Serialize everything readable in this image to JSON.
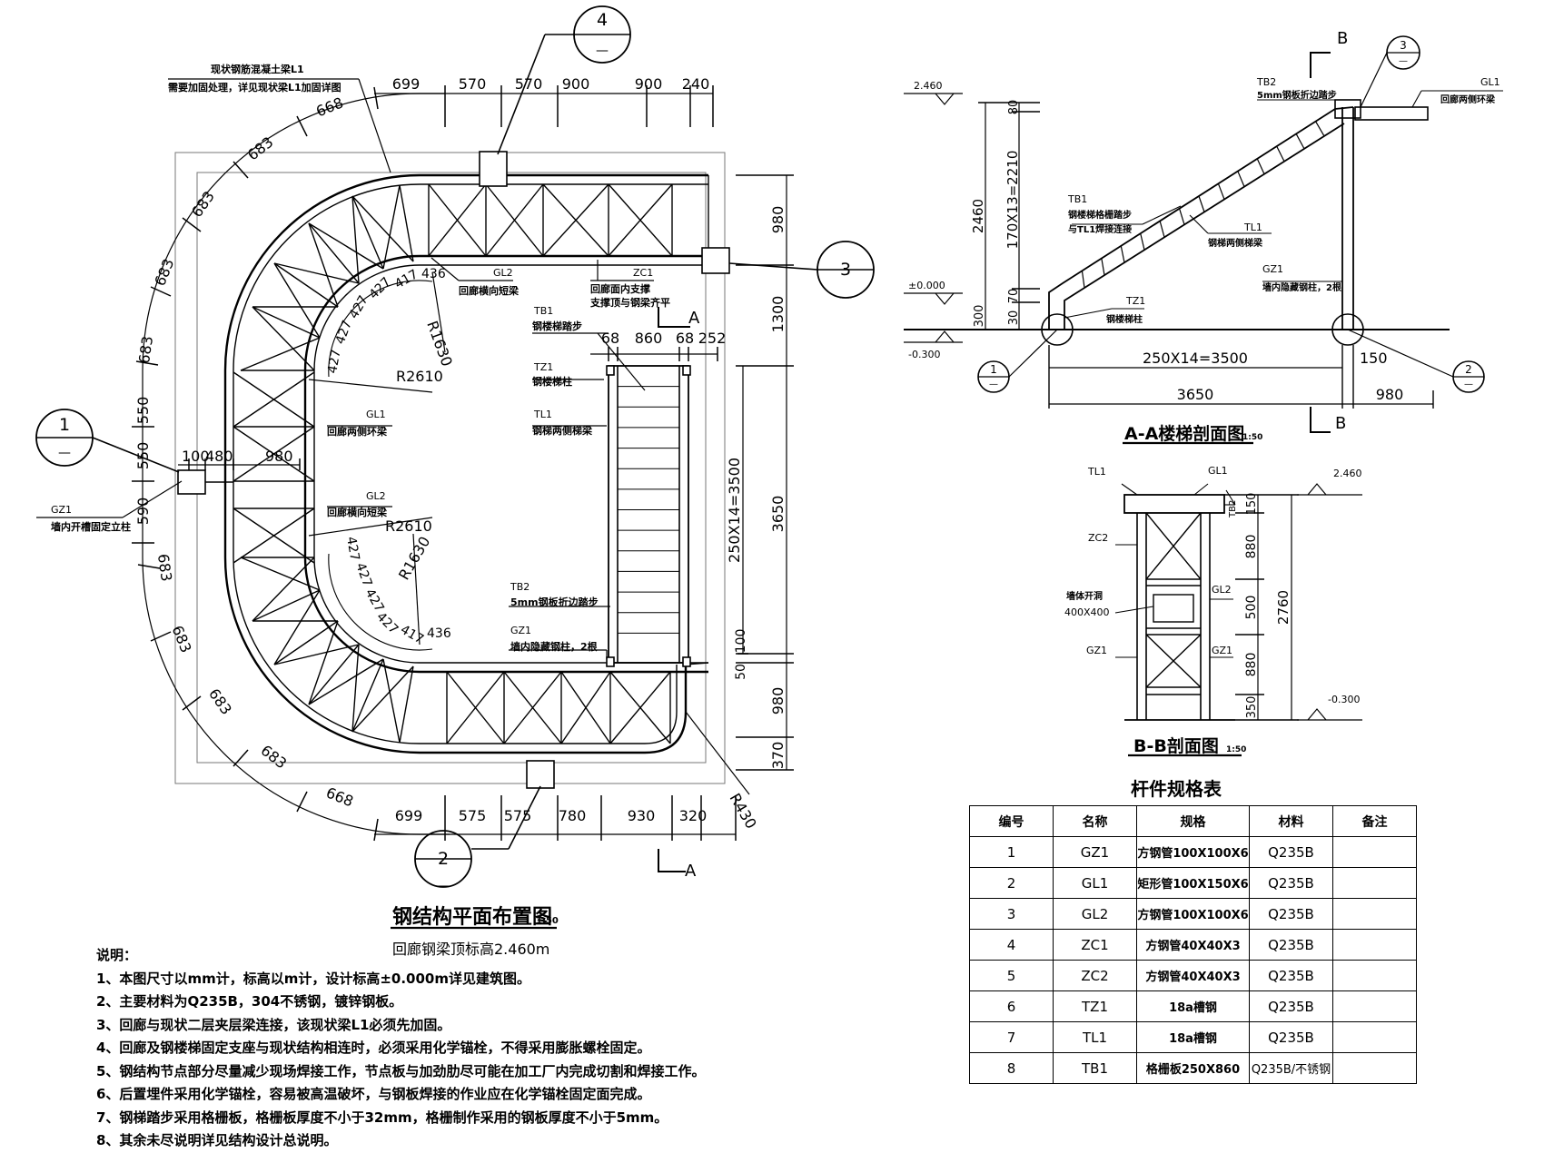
{
  "plan": {
    "title": "钢结构平面布置图",
    "scale": "1:50",
    "subtitle": "回廊钢梁顶标高2.460m",
    "top_dims": [
      "699",
      "570",
      "570",
      "900",
      "900",
      "240"
    ],
    "bottom_dims": [
      "699",
      "575",
      "575",
      "780",
      "930",
      "320"
    ],
    "arc_dims_left": [
      "668",
      "683",
      "683",
      "683",
      "683",
      "550",
      "550",
      "590",
      "683",
      "683",
      "683",
      "683",
      "668"
    ],
    "right_dims": [
      "980",
      "1300",
      "3650",
      "100",
      "50",
      "980",
      "370"
    ],
    "stair_dim_vertical": "250X14=3500",
    "stair_top_dims": [
      "68",
      "860",
      "68",
      "252"
    ],
    "inner_dims": [
      "100",
      "480",
      "980"
    ],
    "radii": [
      "R1630",
      "R2610",
      "R2610",
      "R1630",
      "R430"
    ],
    "small_dims_upper": [
      "427",
      "427",
      "427",
      "427",
      "417",
      "436"
    ],
    "small_dims_lower": [
      "427",
      "427",
      "427",
      "427",
      "417",
      "436"
    ],
    "section_marker": "A",
    "callouts": [
      {
        "num": "1",
        "den": "—"
      },
      {
        "num": "2",
        "den": "—"
      },
      {
        "num": "3",
        "den": "—"
      },
      {
        "num": "4",
        "den": "—"
      }
    ],
    "labels": {
      "L1_line1": "现状钢筋混凝土梁L1",
      "L1_line2": "需要加固处理，详见现状梁L1加固详图",
      "GL2_a_code": "GL2",
      "GL2_a_desc": "回廊横向短梁",
      "ZC1_code": "ZC1",
      "ZC1_desc1": "回廊面内支撑",
      "ZC1_desc2": "支撑顶与钢梁齐平",
      "TB1_code": "TB1",
      "TB1_desc": "钢楼梯踏步",
      "TZ1_code": "TZ1",
      "TZ1_desc": "钢楼梯柱",
      "TL1_code": "TL1",
      "TL1_desc": "钢梯两侧梯梁",
      "GL1_code": "GL1",
      "GL1_desc": "回廊两侧环梁",
      "GL2_b_code": "GL2",
      "GL2_b_desc": "回廊横向短梁",
      "GZ1_code": "GZ1",
      "GZ1_desc": "墙内开槽固定立柱",
      "TB2_code": "TB2",
      "TB2_desc": "5mm钢板折边踏步",
      "GZ1b_code": "GZ1",
      "GZ1b_desc": "墙内隐藏钢柱，2根"
    }
  },
  "section_aa": {
    "title": "A-A楼梯剖面图",
    "scale": "1:50",
    "marker": "B",
    "levels": [
      "2.460",
      "±0.000",
      "-0.300"
    ],
    "dims_vertical": [
      "2460",
      "80",
      "170X13=2210",
      "70",
      "300",
      "30"
    ],
    "dims_horizontal": [
      "250X14=3500",
      "3650",
      "150",
      "980"
    ],
    "labels": {
      "TB2": "TB2",
      "TB2_desc": "5mm钢板折边踏步",
      "GL1": "GL1",
      "GL1_desc": "回廊两侧环梁",
      "TB1": "TB1",
      "TB1_desc1": "钢楼梯格栅踏步",
      "TB1_desc2": "与TL1焊接连接",
      "TL1": "TL1",
      "TL1_desc": "钢梯两侧梯梁",
      "GZ1": "GZ1",
      "GZ1_desc": "墙内隐藏钢柱，2根",
      "TZ1": "TZ1",
      "TZ1_desc": "钢楼梯柱"
    },
    "callouts": [
      {
        "num": "3",
        "den": "—"
      },
      {
        "num": "1",
        "den": "—"
      },
      {
        "num": "2",
        "den": "—"
      }
    ]
  },
  "section_bb": {
    "title": "B-B剖面图",
    "scale": "1:50",
    "levels": [
      "2.460",
      "-0.300"
    ],
    "dims": [
      "150",
      "880",
      "500",
      "880",
      "350"
    ],
    "total": "2760",
    "labels": {
      "TL1": "TL1",
      "GL1": "GL1",
      "ZC2": "ZC2",
      "opening1": "墙体开洞",
      "opening2": "400X400",
      "GL2": "GL2",
      "GZ1a": "GZ1",
      "GZ1b": "GZ1",
      "TB2": "TB2"
    }
  },
  "spec_table": {
    "title": "杆件规格表",
    "headers": [
      "编号",
      "名称",
      "规格",
      "材料",
      "备注"
    ],
    "rows": [
      [
        "1",
        "GZ1",
        "方钢管100X100X6",
        "Q235B",
        ""
      ],
      [
        "2",
        "GL1",
        "矩形管100X150X6",
        "Q235B",
        ""
      ],
      [
        "3",
        "GL2",
        "方钢管100X100X6",
        "Q235B",
        ""
      ],
      [
        "4",
        "ZC1",
        "方钢管40X40X3",
        "Q235B",
        ""
      ],
      [
        "5",
        "ZC2",
        "方钢管40X40X3",
        "Q235B",
        ""
      ],
      [
        "6",
        "TZ1",
        "18a槽钢",
        "Q235B",
        ""
      ],
      [
        "7",
        "TL1",
        "18a槽钢",
        "Q235B",
        ""
      ],
      [
        "8",
        "TB1",
        "格栅板250X860",
        "Q235B/不锈钢",
        ""
      ]
    ]
  },
  "notes": [
    "说明：",
    "1、本图尺寸以mm计，标高以m计，设计标高±0.000m详见建筑图。",
    "2、主要材料为Q235B，304不锈钢，镀锌钢板。",
    "3、回廊与现状二层夹层梁连接，该现状梁L1必须先加固。",
    "4、回廊及钢楼梯固定支座与现状结构相连时，必须采用化学锚栓，不得采用膨胀螺栓固定。",
    "5、钢结构节点部分尽量减少现场焊接工作，节点板与加劲肋尽可能在加工厂内完成切割和焊接工作。",
    "6、后置埋件采用化学锚栓，容易被高温破坏，与钢板焊接的作业应在化学锚栓固定面完成。",
    "7、钢梯踏步采用格栅板，格栅板厚度不小于32mm，格栅制作采用的钢板厚度不小于5mm。",
    "8、其余未尽说明详见结构设计总说明。"
  ]
}
